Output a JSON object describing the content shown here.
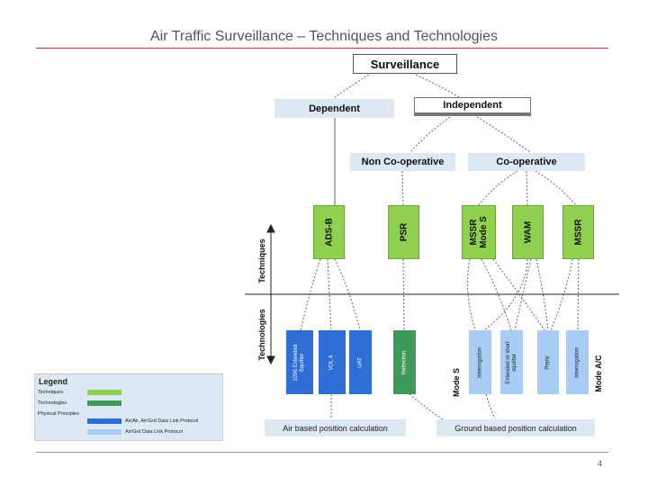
{
  "title": "Air Traffic Surveillance – Techniques and Technologies",
  "page_number": "4",
  "nodes": {
    "surveillance": "Surveillance",
    "dependent": "Dependent",
    "independent": "Independent",
    "non_cooperative": "Non Co-operative",
    "cooperative": "Co-operative"
  },
  "techniques": [
    "ADS-B",
    "PSR",
    "MSSR Mode S",
    "WAM",
    "MSSR"
  ],
  "side_labels": {
    "techniques": "Techniques",
    "technologies": "Technologies",
    "mode_s": "Mode S",
    "mode_ac": "Mode A/C"
  },
  "technologies": [
    {
      "label": "1090 Extended Squitter",
      "kind": "blue"
    },
    {
      "label": "VDL 4",
      "kind": "blue"
    },
    {
      "label": "UAT",
      "kind": "blue"
    },
    {
      "label": "Reflection",
      "kind": "teal"
    },
    {
      "label": "Interrogation",
      "kind": "light"
    },
    {
      "label": "Extended or short squitter",
      "kind": "light"
    },
    {
      "label": "Reply",
      "kind": "light"
    },
    {
      "label": "Interrogation",
      "kind": "light"
    }
  ],
  "legend": {
    "title": "Legend",
    "items": [
      {
        "label": "Techniques",
        "color": "#8fd14f"
      },
      {
        "label": "Technologies",
        "color": "#3d9a58"
      },
      {
        "label": "Physical Principles",
        "color": ""
      },
      {
        "label": "Air/Air, Air/Grd Data Link Protocol",
        "color": "#2e6fd6"
      },
      {
        "label": "Air/Grd Data Link Protocol",
        "color": "#a7cdf5"
      }
    ]
  },
  "calculations": {
    "air": "Air based position calculation",
    "ground": "Ground based position calculation"
  },
  "colors": {
    "technique_green": "#8fd14f",
    "technology_teal": "#3d9a58",
    "protocol_blue": "#2e6fd6",
    "protocol_light": "#a7cdf5",
    "box_light_blue": "#dde8f5",
    "title_rule": "#c0392b"
  }
}
